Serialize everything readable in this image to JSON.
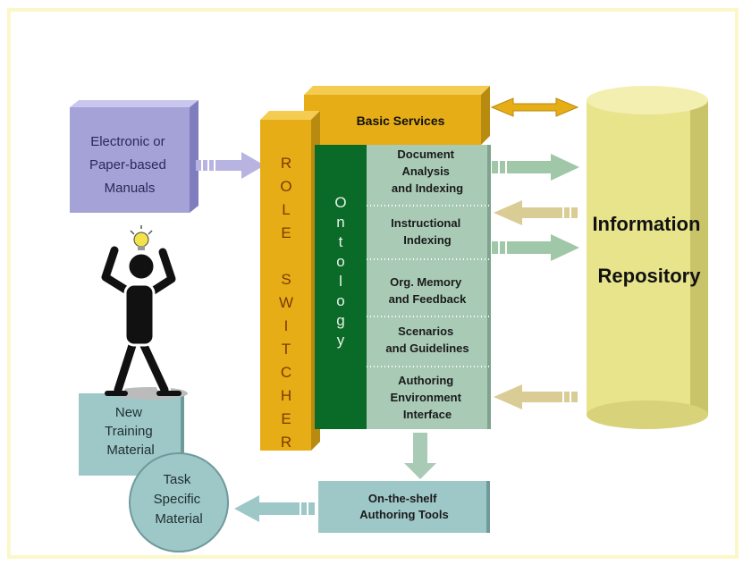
{
  "colors": {
    "frame": "#fbf7c8",
    "manual": "#a4a2d6",
    "gold": "#e6ad16",
    "gold_dark": "#b88a10",
    "ontology": "#0a6a28",
    "panel": "#a9cbb6",
    "panel_dark": "#7ea38e",
    "cylinder": "#e8e48c",
    "cylinder_dark": "#c9c36a",
    "teal": "#9ec7c8",
    "arrow_green": "#9fc7a8",
    "arrow_purple": "#b7b4e2",
    "arrow_gold": "#d9cc95"
  },
  "manuals": {
    "lines": [
      "Electronic or",
      "Paper-based",
      "Manuals"
    ]
  },
  "basic_services": {
    "label": "Basic Services"
  },
  "role_switcher": {
    "letters": [
      "R",
      "O",
      "L",
      "E",
      "",
      "S",
      "W",
      "I",
      "T",
      "C",
      "H",
      "E",
      "R"
    ]
  },
  "ontology": {
    "letters": [
      "O",
      "n",
      "t",
      "o",
      "l",
      "o",
      "g",
      "y"
    ]
  },
  "components": [
    {
      "lines": [
        "Document",
        "Analysis",
        "and Indexing"
      ]
    },
    {
      "lines": [
        "Instructional",
        "Indexing"
      ]
    },
    {
      "lines": [
        "Org. Memory",
        "and Feedback"
      ]
    },
    {
      "lines": [
        "Scenarios",
        "and Guidelines"
      ]
    },
    {
      "lines": [
        "Authoring",
        "Environment",
        "Interface"
      ]
    }
  ],
  "repository": {
    "lines": [
      "Information",
      "Repository"
    ]
  },
  "training": {
    "lines": [
      "New",
      "Training",
      "Material"
    ]
  },
  "task": {
    "lines": [
      "Task",
      "Specific",
      "Material"
    ]
  },
  "tools": {
    "lines": [
      "On-the-shelf",
      "Authoring Tools"
    ]
  },
  "figure_icon": "confused-person-idea-icon"
}
